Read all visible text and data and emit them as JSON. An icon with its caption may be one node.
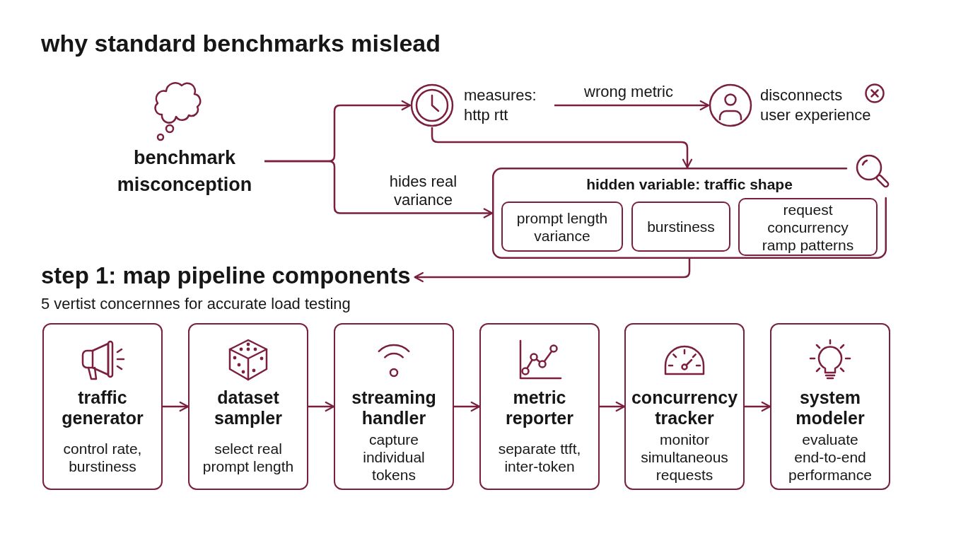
{
  "diagram": {
    "title": "why standard benchmarks mislead",
    "nodes": [
      {
        "text": [
          "benchmark misconception"
        ]
      },
      {
        "text": [
          "measures: http rtt"
        ]
      },
      {
        "text": [
          "disconnects user experience"
        ]
      },
      {
        "text": [
          "hidden variable: traffic shape"
        ]
      },
      {
        "text": [
          "prompt length variance"
        ],
        "in": 3
      },
      {
        "text": [
          "burstiness"
        ],
        "in": 3
      },
      {
        "text": [
          "request concurrency ramp patterns"
        ],
        "in": 3
      },
      {
        "text": [
          "step 1: map pipeline components"
        ]
      },
      {
        "text": [
          "traffic generator",
          "control rate, burstiness"
        ]
      },
      {
        "text": [
          "dataset sampler",
          "select real prompt length"
        ]
      },
      {
        "text": [
          "streaming handler",
          "capture individual tokens"
        ]
      },
      {
        "text": [
          "metric reporter",
          "separate ttft, inter-token"
        ]
      },
      {
        "text": [
          "concurrency tracker",
          "monitor simultaneous requests"
        ]
      },
      {
        "text": [
          "system modeler",
          "evaluate end-to-end performance"
        ]
      }
    ],
    "edges": [
      {
        "from": 0,
        "to": 1,
        "arrow": "to"
      },
      {
        "from": 0,
        "to": 3,
        "arrow": "to",
        "label": "hides real variance"
      },
      {
        "from": 1,
        "to": 2,
        "arrow": "to",
        "label": "wrong metric"
      },
      {
        "from": 1,
        "to": 3,
        "arrow": "to"
      },
      {
        "from": 3,
        "to": 7,
        "arrow": "to"
      },
      {
        "from": 8,
        "to": 9,
        "arrow": "to"
      },
      {
        "from": 9,
        "to": 10,
        "arrow": "to"
      },
      {
        "from": 10,
        "to": 11,
        "arrow": "to"
      },
      {
        "from": 11,
        "to": 12,
        "arrow": "to"
      },
      {
        "from": 12,
        "to": 13,
        "arrow": "to"
      }
    ],
    "labels": [
      "5 vertist concernnes for accurate load testing"
    ]
  }
}
